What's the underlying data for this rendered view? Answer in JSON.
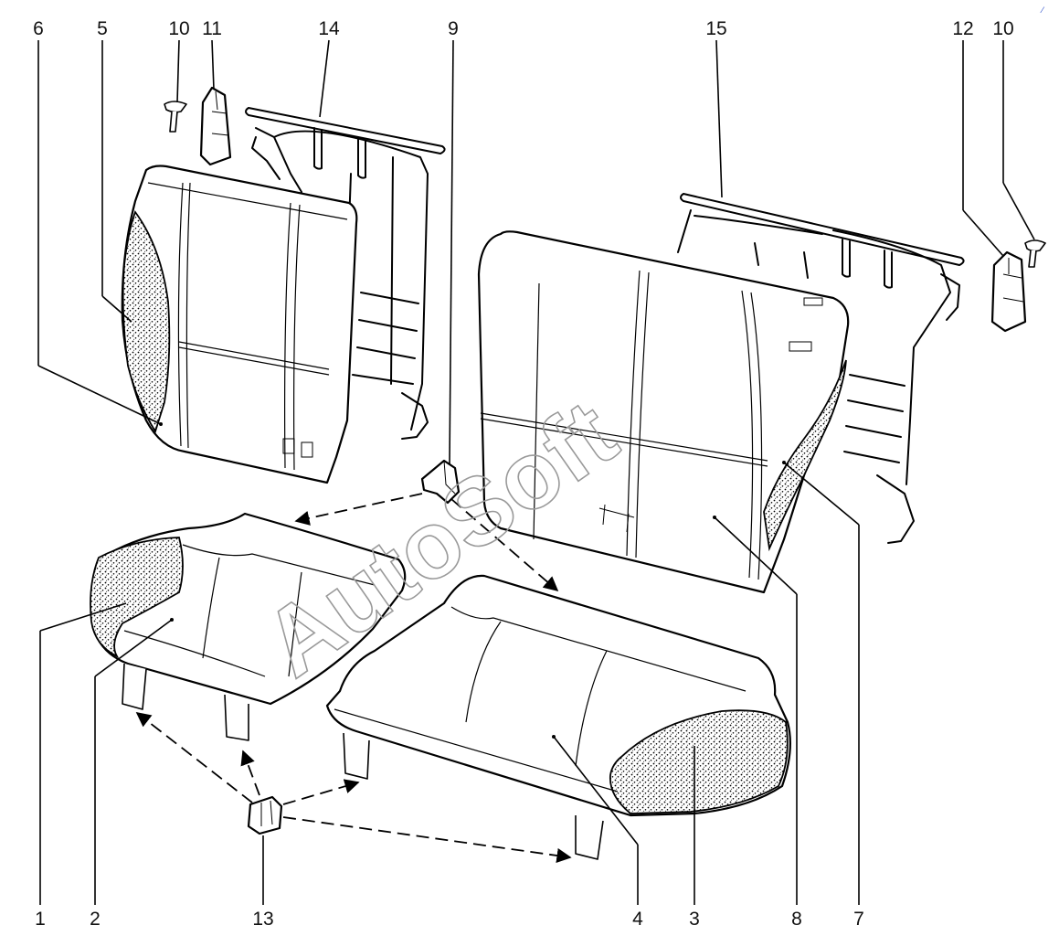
{
  "watermark": "AutoSoft",
  "callouts": [
    "6",
    "5",
    "10",
    "11",
    "14",
    "9",
    "15",
    "12",
    "10",
    "1",
    "2",
    "13",
    "4",
    "3",
    "8",
    "7"
  ]
}
